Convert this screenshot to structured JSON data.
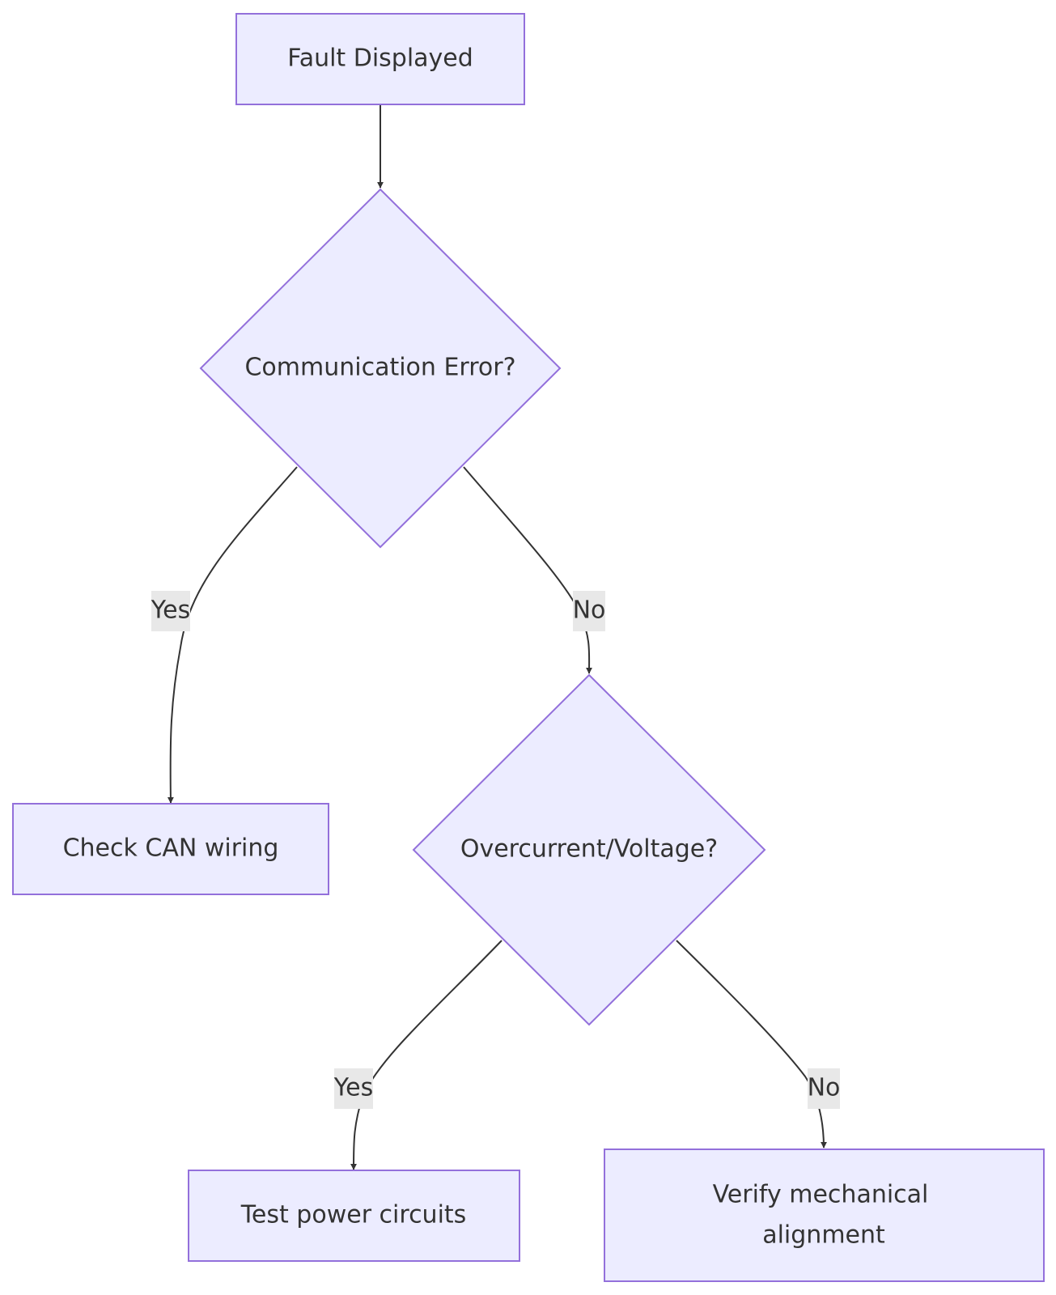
{
  "colors": {
    "node_fill": "#ECECFF",
    "node_stroke": "#9370DB",
    "edge": "#333333",
    "label_bg": "#e8e8e8",
    "text": "#333333"
  },
  "nodes": {
    "fault": "Fault Displayed",
    "comm": "Communication Error?",
    "can": "Check CAN wiring",
    "ocv": "Overcurrent/Voltage?",
    "power": "Test power circuits",
    "mech_line1": "Verify mechanical",
    "mech_line2": "alignment"
  },
  "edges": {
    "comm_yes": "Yes",
    "comm_no": "No",
    "ocv_yes": "Yes",
    "ocv_no": "No"
  }
}
